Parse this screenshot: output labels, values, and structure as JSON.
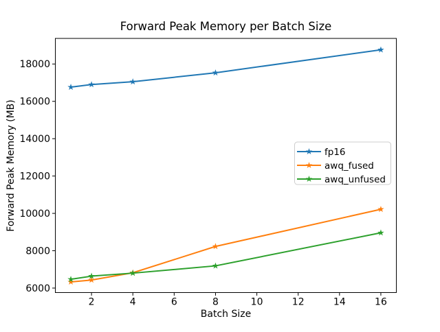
{
  "chart_data": {
    "type": "line",
    "title": "Forward Peak Memory per Batch Size",
    "xlabel": "Batch Size",
    "ylabel": "Forward Peak Memory (MB)",
    "x": [
      1,
      2,
      4,
      8,
      16
    ],
    "series": [
      {
        "name": "fp16",
        "color": "#1f77b4",
        "values": [
          16760,
          16900,
          17050,
          17530,
          18760
        ]
      },
      {
        "name": "awq_fused",
        "color": "#ff7f0e",
        "values": [
          6330,
          6430,
          6820,
          8230,
          10220
        ]
      },
      {
        "name": "awq_unfused",
        "color": "#2ca02c",
        "values": [
          6470,
          6640,
          6800,
          7190,
          8960
        ]
      }
    ],
    "marker": "star",
    "xticks": [
      2,
      4,
      6,
      8,
      10,
      12,
      14,
      16
    ],
    "yticks": [
      6000,
      8000,
      10000,
      12000,
      14000,
      16000,
      18000
    ],
    "xlim": [
      0.25,
      16.75
    ],
    "ylim": [
      5760,
      19370
    ],
    "grid": false,
    "background": "#ffffff",
    "legend": {
      "position": "center right"
    }
  }
}
